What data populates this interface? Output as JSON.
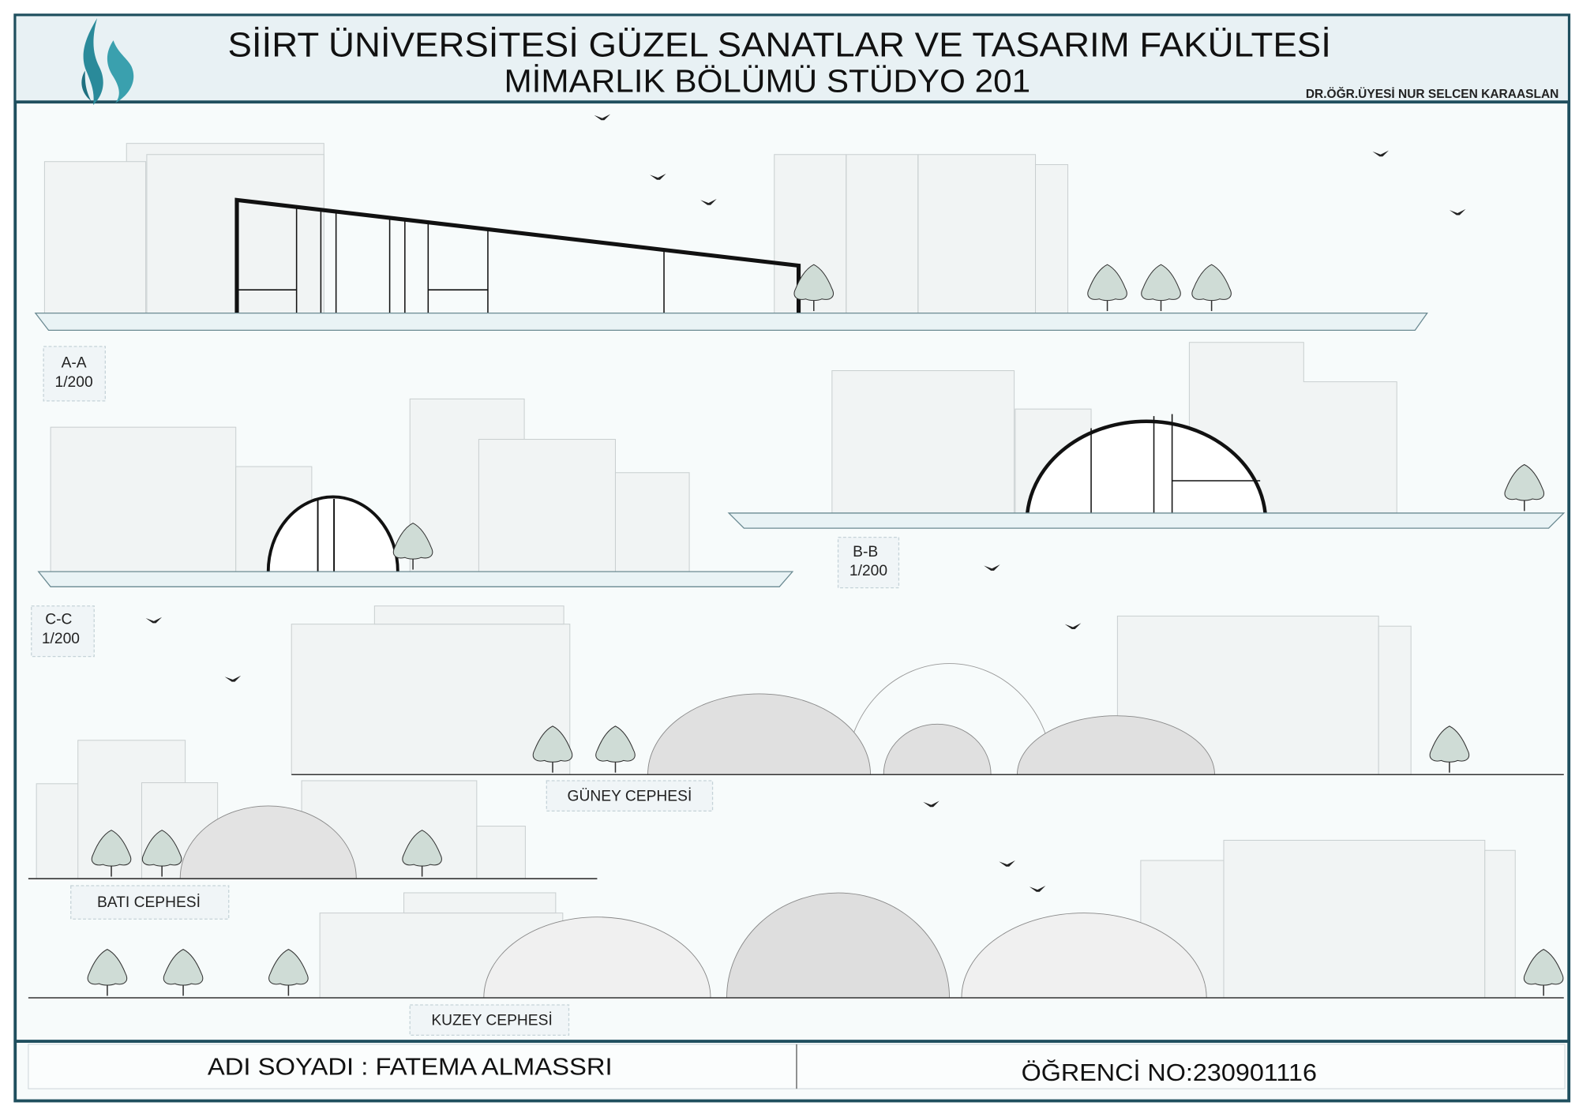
{
  "header": {
    "title": "SİİRT ÜNİVERSİTESİ GÜZEL SANATLAR VE TASARIM FAKÜLTESİ",
    "subtitle": "MİMARLIK BÖLÜMÜ STÜDYO 201",
    "instructor": "DR.ÖĞR.ÜYESİ NUR SELCEN KARAASLAN",
    "logo_icon": "flame-logo-icon"
  },
  "drawings": {
    "section_aa": {
      "name": "A-A",
      "scale": "1/200"
    },
    "section_bb": {
      "name": "B-B",
      "scale": "1/200"
    },
    "section_cc": {
      "name": "C-C",
      "scale": "1/200"
    },
    "south": {
      "name": "GÜNEY CEPHESİ"
    },
    "west": {
      "name": "BATI CEPHESİ"
    },
    "north": {
      "name": "KUZEY CEPHESİ"
    }
  },
  "footer": {
    "student_name": "ADI SOYADI : FATEMA ALMASSRI",
    "student_no": "ÖĞRENCİ NO:230901116"
  },
  "colors": {
    "frame": "#1f4f5e",
    "header_bg": "#e8f1f4",
    "logo": "#2a8a9a"
  }
}
